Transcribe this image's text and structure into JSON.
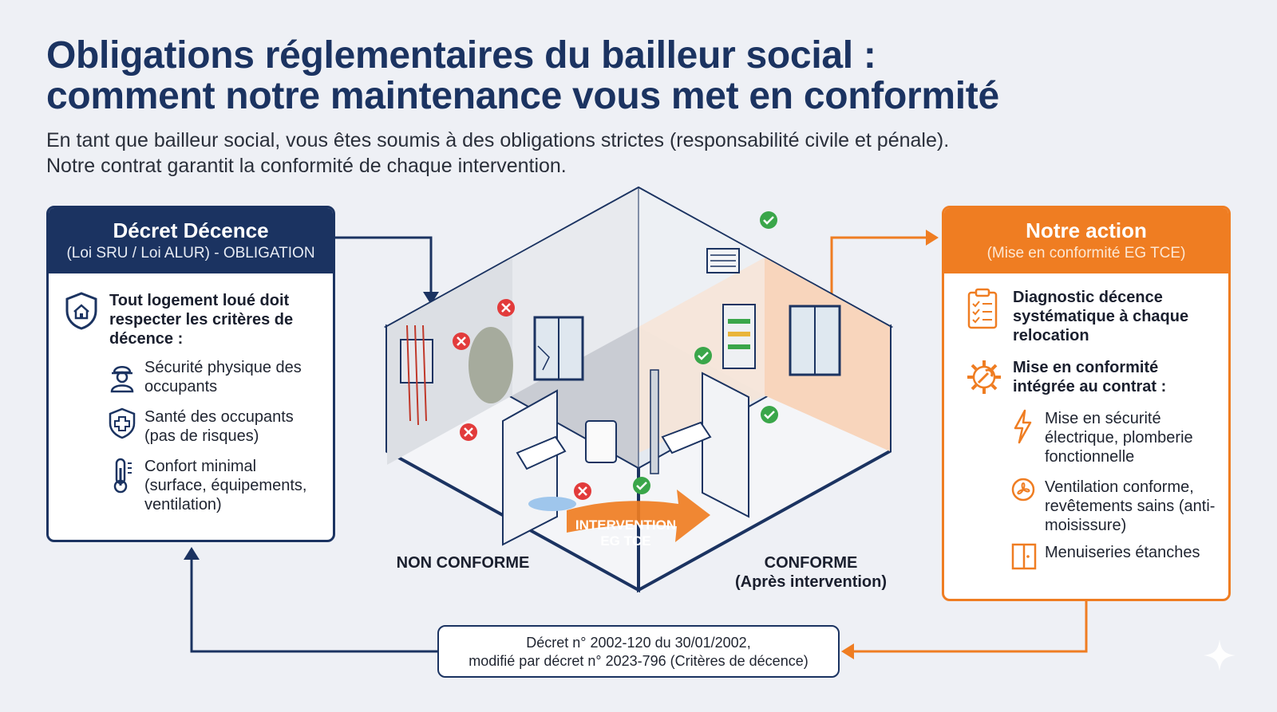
{
  "title": {
    "line1": "Obligations réglementaires du bailleur social :",
    "line2": "comment notre maintenance vous met en conformité"
  },
  "subtitle": {
    "line1": "En tant que bailleur social, vous êtes soumis à des obligations strictes (responsabilité civile et pénale).",
    "line2": "Notre contrat garantit la conformité de chaque intervention."
  },
  "left_panel": {
    "heading": "Décret Décence",
    "subheading": "(Loi SRU / Loi ALUR) - OBLIGATION",
    "intro": "Tout logement loué doit respecter les critères de décence :",
    "items": [
      {
        "text": "Sécurité physique des occupants",
        "icon": "worker-helmet-icon"
      },
      {
        "text": "Santé des occupants (pas de risques)",
        "icon": "health-cross-icon"
      },
      {
        "text": "Confort minimal (surface, équipements, ventilation)",
        "icon": "thermometer-icon"
      }
    ],
    "intro_icon": "shield-house-icon"
  },
  "right_panel": {
    "heading": "Notre action",
    "subheading": "(Mise en conformité EG TCE)",
    "blocks": [
      {
        "text": "Diagnostic décence systématique à chaque relocation",
        "icon": "clipboard-checklist-icon"
      },
      {
        "text": "Mise en conformité intégrée au contrat :",
        "icon": "gear-wrench-icon"
      }
    ],
    "items": [
      {
        "text": "Mise en sécurité électrique, plomberie fonctionnelle",
        "icon": "lightning-icon"
      },
      {
        "text": "Ventilation conforme, revêtements sains (anti-moisissure)",
        "icon": "fan-icon"
      },
      {
        "text": "Menuiseries étanches",
        "icon": "door-icon"
      }
    ]
  },
  "illustration": {
    "non_conforme_label": "NON CONFORME",
    "conforme_label": "CONFORME",
    "conforme_sublabel": "(Après intervention)",
    "intervention_line1": "INTERVENTION",
    "intervention_line2": "EG TCE"
  },
  "reference": {
    "line1": "Décret n° 2002-120 du 30/01/2002,",
    "line2": "modifié par décret n° 2023-796 (Critères de décence)"
  },
  "colors": {
    "navy": "#1b3361",
    "orange": "#ef7d22",
    "red": "#e23b3b",
    "green": "#3aa64a"
  }
}
